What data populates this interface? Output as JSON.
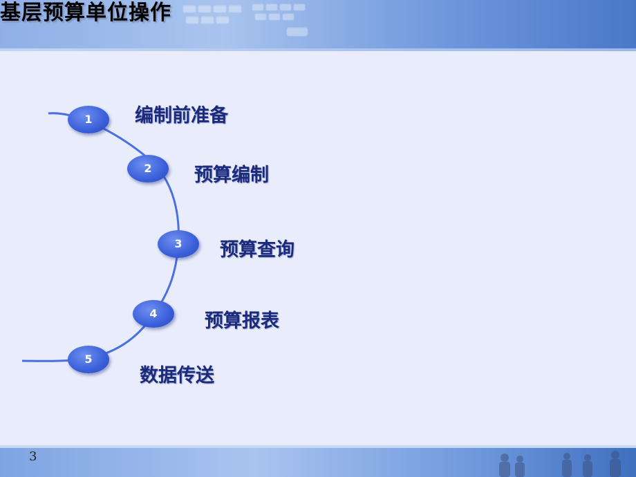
{
  "slide": {
    "title": "基层预算单位操作",
    "page_number": "3"
  },
  "steps": [
    {
      "number": "1",
      "label": "编制前准备"
    },
    {
      "number": "2",
      "label": "预算编制"
    },
    {
      "number": "3",
      "label": "预算查询"
    },
    {
      "number": "4",
      "label": "预算报表"
    },
    {
      "number": "5",
      "label": "数据传送"
    }
  ],
  "colors": {
    "curve": "#4a6fe0",
    "badge": "#3a5fd9",
    "label": "#1b2a7a",
    "background": "#e9ecfb"
  },
  "icons": {
    "header_image": "keyboard-image",
    "footer_image": "people-photo"
  }
}
